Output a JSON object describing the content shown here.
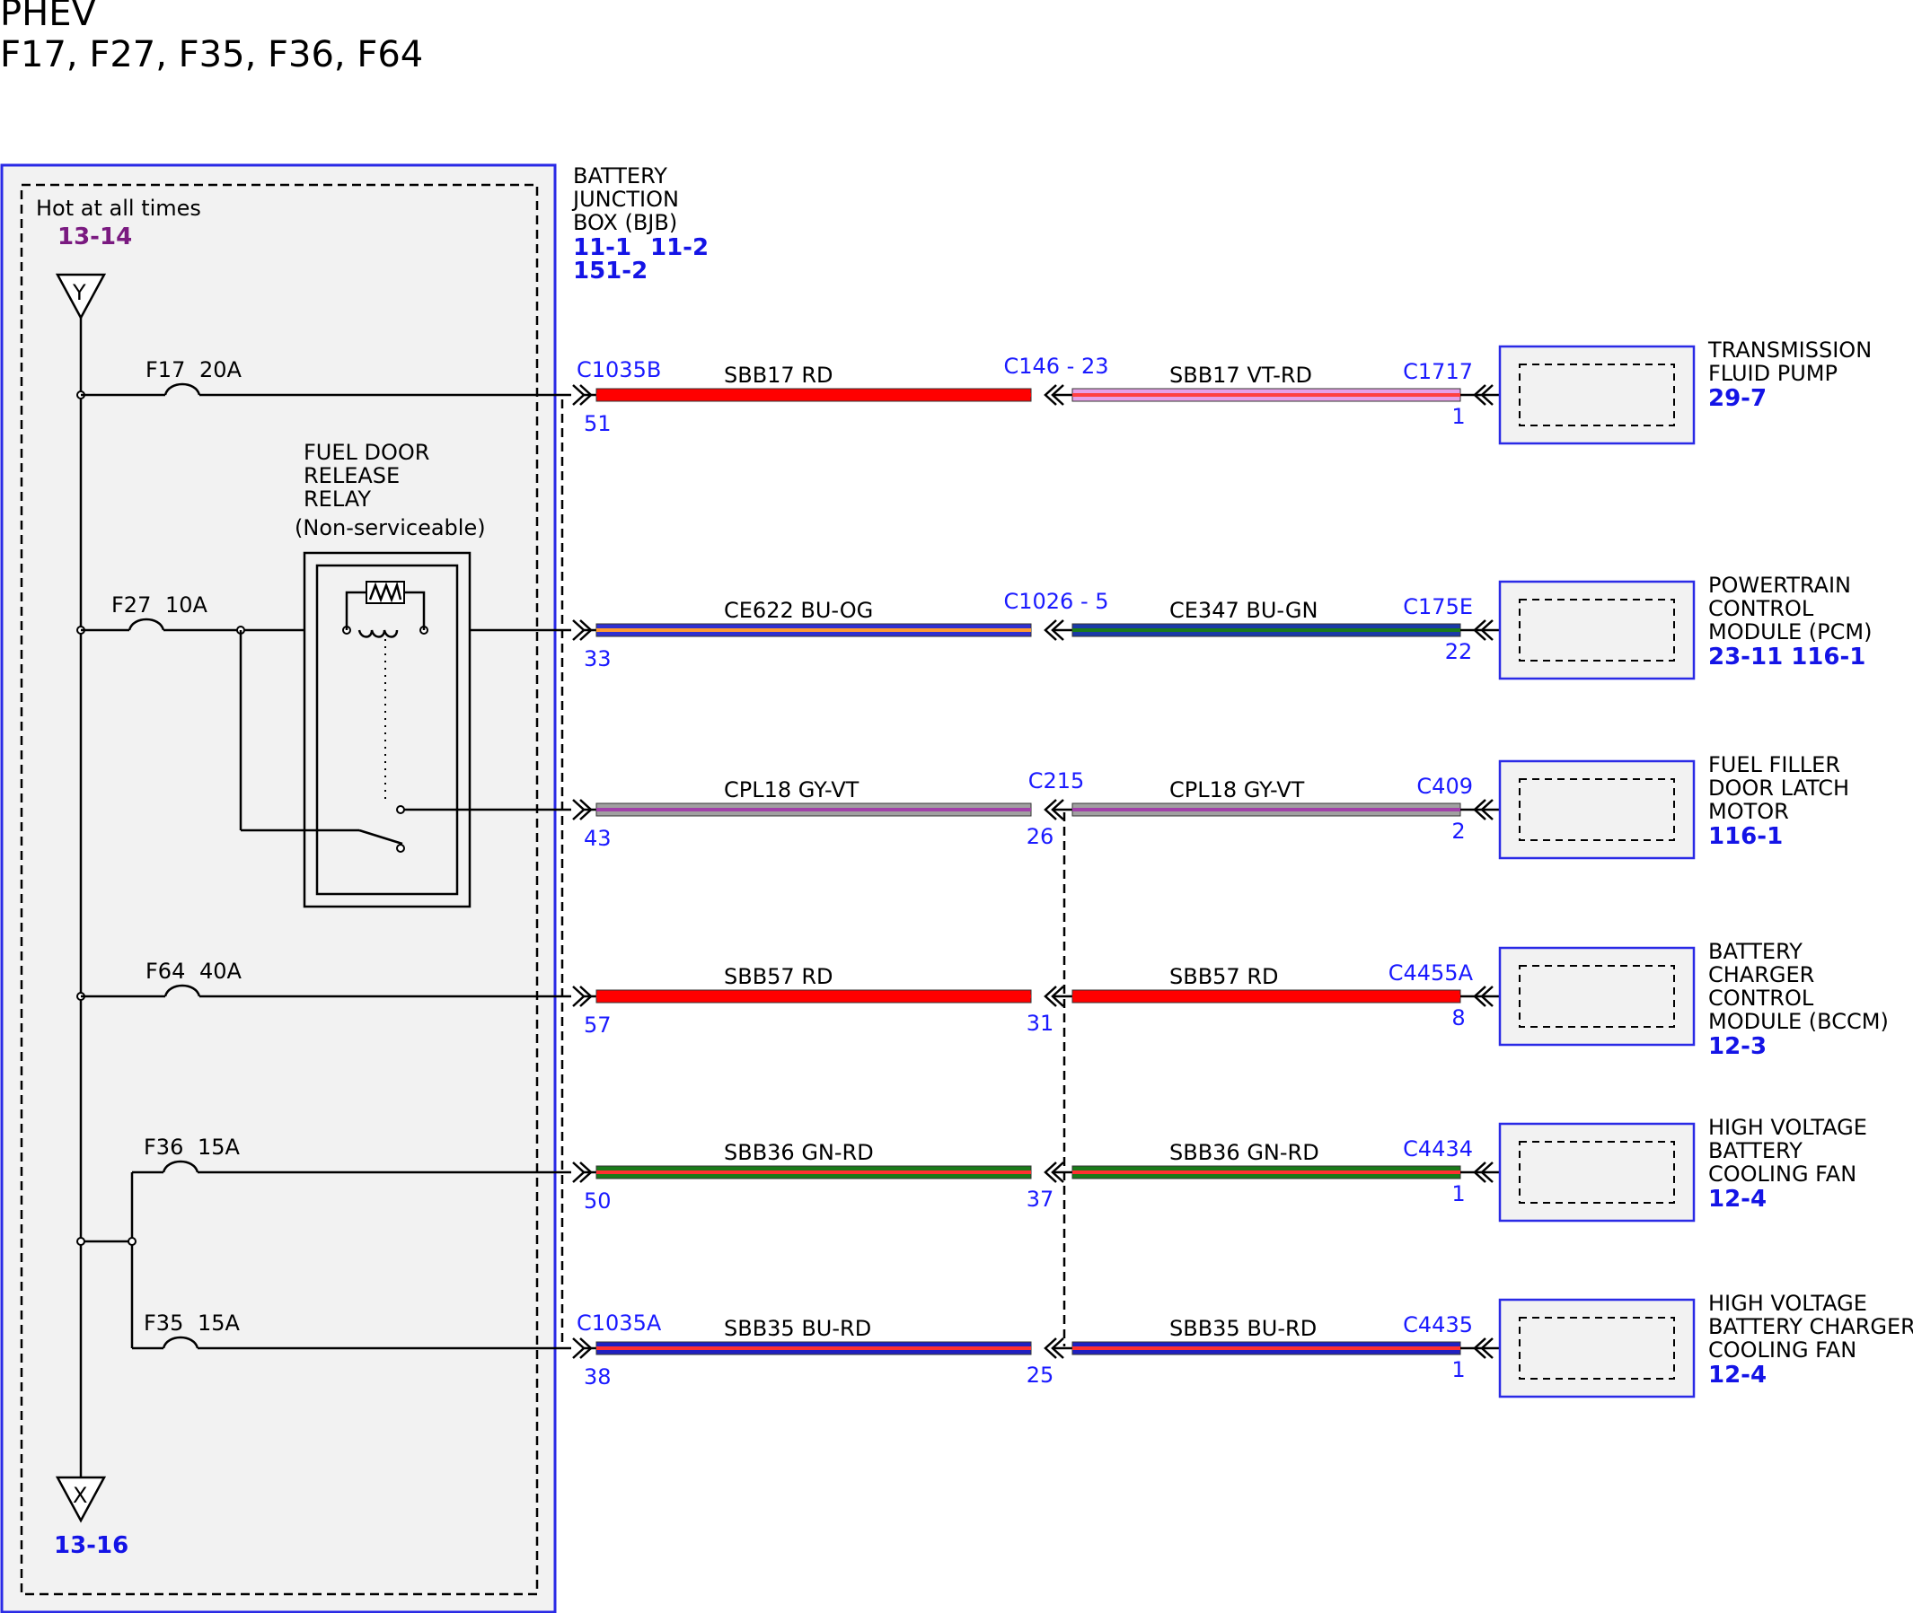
{
  "title": {
    "line1": "PHEV",
    "line2": "F17, F27, F35, F36, F64"
  },
  "bjb": {
    "label_lines": [
      "BATTERY",
      "JUNCTION",
      "BOX (BJB)"
    ],
    "refs": [
      "11-1",
      "11-2",
      "151-2"
    ],
    "hot_label": "Hot at all times",
    "hot_ref": "13-14",
    "top_node": "Y",
    "bottom_node": "X",
    "bottom_ref": "13-16"
  },
  "relay": {
    "label_lines": [
      "FUEL DOOR",
      "RELEASE",
      "RELAY"
    ],
    "note": "(Non-serviceable)"
  },
  "fuses": [
    {
      "name": "F17",
      "rating": "20A"
    },
    {
      "name": "F27",
      "rating": "10A"
    },
    {
      "name": "F64",
      "rating": "40A"
    },
    {
      "name": "F36",
      "rating": "15A"
    },
    {
      "name": "F35",
      "rating": "15A"
    }
  ],
  "circuits": [
    {
      "bjb_connector": "C1035B",
      "bjb_pin": "51",
      "left_wire": "SBB17",
      "left_color": "RD",
      "inline_connector": "C146",
      "inline_pin_sep": "-",
      "inline_pin": "23",
      "right_wire": "SBB17",
      "right_color": "VT-RD",
      "comp_connector": "C1717",
      "comp_pin": "1",
      "component_lines": [
        "TRANSMISSION",
        "FLUID PUMP"
      ],
      "component_ref": "29-7",
      "left_colors": [
        "#ff0000",
        "#ff0000"
      ],
      "right_colors": [
        "#e6a0e6",
        "#ff4040"
      ]
    },
    {
      "bjb_connector": "",
      "bjb_pin": "33",
      "left_wire": "CE622",
      "left_color": "BU-OG",
      "inline_connector": "C1026",
      "inline_pin_sep": "-",
      "inline_pin": "5",
      "right_wire": "CE347",
      "right_color": "BU-GN",
      "comp_connector": "C175E",
      "comp_pin": "22",
      "component_lines": [
        "POWERTRAIN",
        "CONTROL",
        "MODULE (PCM)"
      ],
      "component_ref": "23-11 116-1",
      "left_colors": [
        "#3030d0",
        "#ff9a30"
      ],
      "right_colors": [
        "#1a3aa8",
        "#1a7a1a"
      ]
    },
    {
      "bjb_connector": "",
      "bjb_pin": "43",
      "left_wire": "CPL18",
      "left_color": "GY-VT",
      "inline_connector": "C215",
      "inline_pin_sep": "",
      "inline_pin": "26",
      "right_wire": "CPL18",
      "right_color": "GY-VT",
      "comp_connector": "C409",
      "comp_pin": "2",
      "component_lines": [
        "FUEL FILLER",
        "DOOR LATCH",
        "MOTOR"
      ],
      "component_ref": "116-1",
      "left_colors": [
        "#a0a0a0",
        "#a040a8"
      ],
      "right_colors": [
        "#a0a0a0",
        "#a040a8"
      ]
    },
    {
      "bjb_connector": "",
      "bjb_pin": "57",
      "left_wire": "SBB57",
      "left_color": "RD",
      "inline_connector": "",
      "inline_pin_sep": "",
      "inline_pin": "31",
      "right_wire": "SBB57",
      "right_color": "RD",
      "comp_connector": "C4455A",
      "comp_pin": "8",
      "component_lines": [
        "BATTERY",
        "CHARGER",
        "CONTROL",
        "MODULE (BCCM)"
      ],
      "component_ref": "12-3",
      "left_colors": [
        "#ff0000",
        "#ff0000"
      ],
      "right_colors": [
        "#ff0000",
        "#ff0000"
      ]
    },
    {
      "bjb_connector": "",
      "bjb_pin": "50",
      "left_wire": "SBB36",
      "left_color": "GN-RD",
      "inline_connector": "",
      "inline_pin_sep": "",
      "inline_pin": "37",
      "right_wire": "SBB36",
      "right_color": "GN-RD",
      "comp_connector": "C4434",
      "comp_pin": "1",
      "component_lines": [
        "HIGH VOLTAGE",
        "BATTERY",
        "COOLING FAN"
      ],
      "component_ref": "12-4",
      "left_colors": [
        "#1a7a1a",
        "#ff3030"
      ],
      "right_colors": [
        "#1a7a1a",
        "#ff3030"
      ]
    },
    {
      "bjb_connector": "C1035A",
      "bjb_pin": "38",
      "left_wire": "SBB35",
      "left_color": "BU-RD",
      "inline_connector": "",
      "inline_pin_sep": "",
      "inline_pin": "25",
      "right_wire": "SBB35",
      "right_color": "BU-RD",
      "comp_connector": "C4435",
      "comp_pin": "1",
      "component_lines": [
        "HIGH VOLTAGE",
        "BATTERY CHARGER",
        "COOLING FAN"
      ],
      "component_ref": "12-4",
      "left_colors": [
        "#2020c0",
        "#ff3030"
      ],
      "right_colors": [
        "#2020c0",
        "#ff3030"
      ]
    }
  ]
}
